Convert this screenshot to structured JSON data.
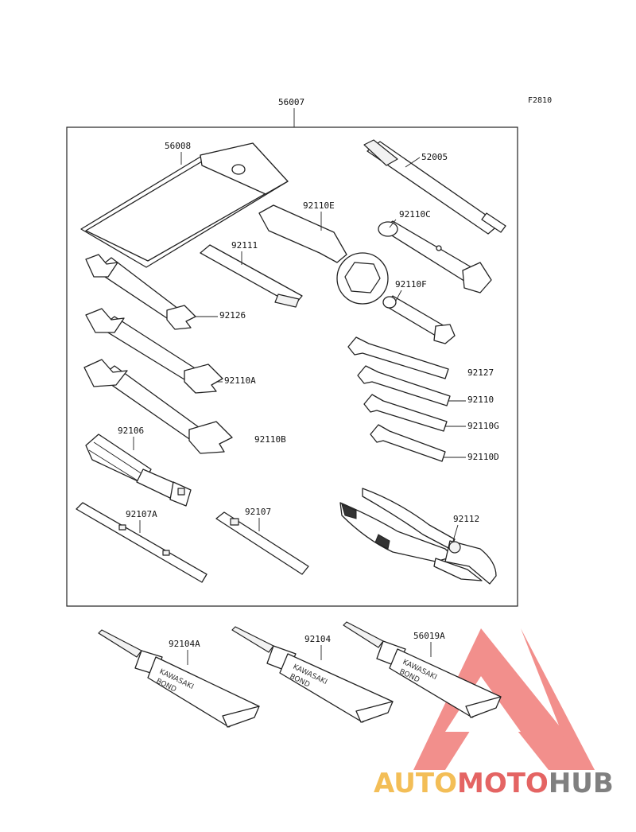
{
  "figure_code": "F2810",
  "kit_part": "56007",
  "parts": {
    "p56008": "56008",
    "p52005": "52005",
    "p92110E": "92110E",
    "p92110C": "92110C",
    "p92111": "92111",
    "p92110F": "92110F",
    "p92126": "92126",
    "p92127": "92127",
    "p92110A": "92110A",
    "p92110": "92110",
    "p92110G": "92110G",
    "p92106": "92106",
    "p92110B": "92110B",
    "p92110D": "92110D",
    "p92107A": "92107A",
    "p92107": "92107",
    "p92112": "92112",
    "p92104A": "92104A",
    "p92104": "92104",
    "p56019A": "56019A"
  },
  "tube_text": {
    "line1": "KAWASAKI",
    "line2": "BOND"
  },
  "watermark": {
    "part1": "AUTO",
    "part2": "MOTO",
    "part3": "HUB",
    "colors": {
      "auto": "#f2b33a",
      "moto": "#e04a48",
      "hub": "#6a6a6a",
      "logo": "#ee6a66"
    }
  }
}
